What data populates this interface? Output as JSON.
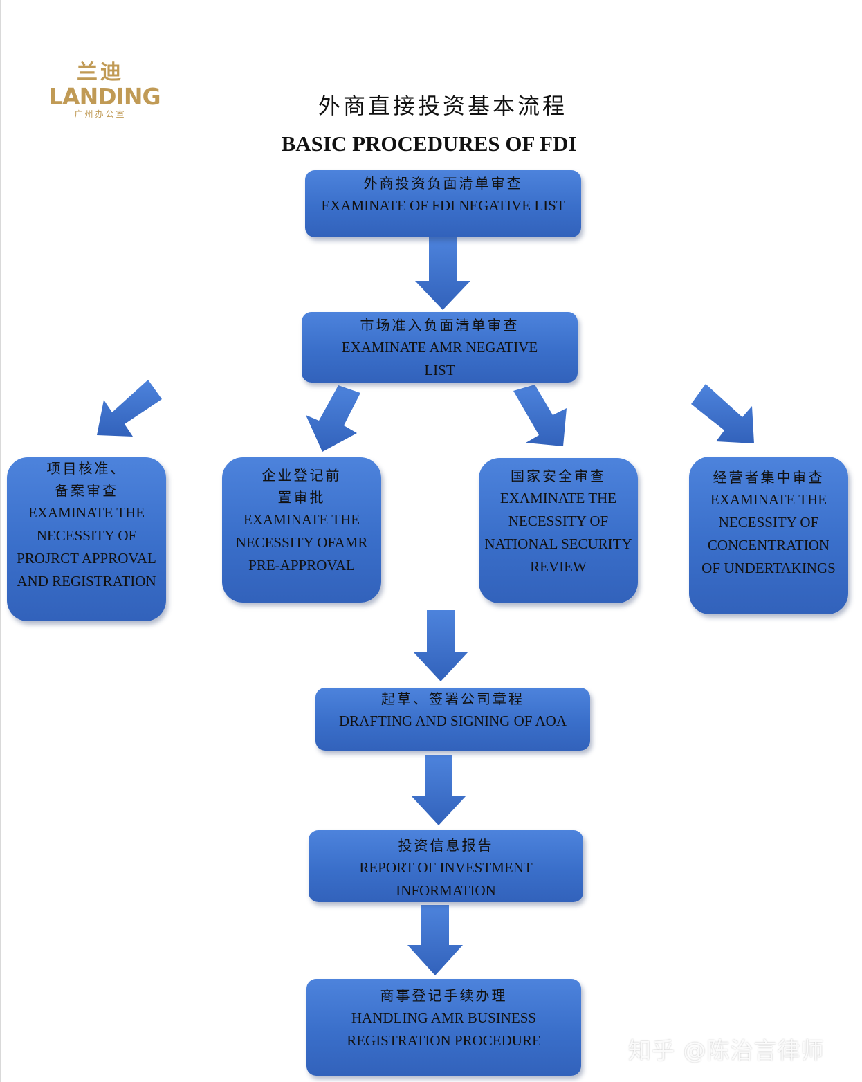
{
  "logo": {
    "cn": "兰迪",
    "en": "LANDING",
    "sub": "广州办公室"
  },
  "title_cn": "外商直接投资基本流程",
  "title_en": "BASIC PROCEDURES OF FDI",
  "nodes": {
    "negative_list": {
      "cn": "外商投资负面清单审查",
      "en": "EXAMINATE OF FDI NEGATIVE LIST"
    },
    "amr_negative_list": {
      "cn": "市场准入负面清单审查",
      "en": "EXAMINATE AMR NEGATIVE LIST"
    },
    "project_approval": {
      "cn": "项目核准、备案审查",
      "en": "EXAMINATE THE NECESSITY OF PROJRCT APPROVAL AND REGISTRATION"
    },
    "amr_pre_approval": {
      "cn": "企业登记前置审批",
      "en": "EXAMINATE THE NECESSITY OFAMR PRE-APPROVAL"
    },
    "national_security": {
      "cn": "国家安全审查",
      "en": "EXAMINATE THE NECESSITY OF NATIONAL SECURITY REVIEW"
    },
    "concentration": {
      "cn": "经营者集中审查",
      "en": "EXAMINATE THE NECESSITY OF CONCENTRATION OF UNDERTAKINGS"
    },
    "aoa": {
      "cn": "起草、签署公司章程",
      "en": "DRAFTING AND SIGNING OF AOA"
    },
    "investment_report": {
      "cn": "投资信息报告",
      "en": "REPORT OF INVESTMENT INFORMATION"
    },
    "business_registration": {
      "cn": "商事登记手续办理",
      "en": "HANDLING AMR BUSINESS REGISTRATION PROCEDURE"
    }
  },
  "watermark": "知乎 @陈治言律师",
  "colors": {
    "box": "#3a6fca",
    "arrow": "#3a6fca",
    "logo": "#c09a55"
  }
}
